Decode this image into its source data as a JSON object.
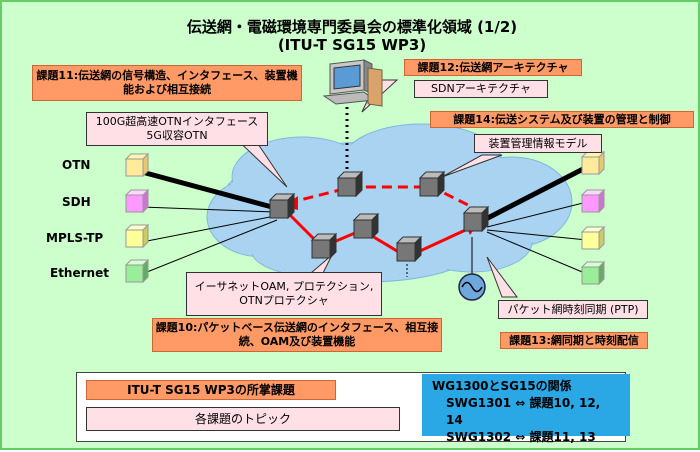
{
  "title": {
    "line1": "伝送網・電磁環境専門委員会の標準化領域 (1/2)",
    "line2": "(ITU-T SG15 WP3)"
  },
  "topics": {
    "t11": "課題11:伝送網の信号構造、インタフェース、装置機能および相互接続",
    "t12": "課題12:伝送網アーキテクチャ",
    "t14": "課題14:伝送システム及び装置の管理と制御",
    "t10": "課題10:パケットベース伝送網のインタフェース、相互接続、OAM及び装置機能",
    "t13": "課題13:網同期と時刻配信"
  },
  "callouts": {
    "otn100g": "100G超高速OTNインタフェース 5G収容OTN",
    "sdn": "SDNアーキテクチャ",
    "mgmt": "装置管理情報モデル",
    "ethoam": "イーサネットOAM, プロテクション, OTNプロテクシャ",
    "ptp": "パケット網時刻同期 (PTP)"
  },
  "clients": [
    "OTN",
    "SDH",
    "MPLS-TP",
    "Ethernet"
  ],
  "legend": {
    "task_label": "ITU-T SG15 WP3の所掌課題",
    "topic_label": "各課題のトピック"
  },
  "relation": {
    "title": "WG1300とSG15の関係",
    "line1": "SWG1301 ⇔ 課題10, 12, 14",
    "line2": "SWG1302 ⇔ 課題11, 13"
  },
  "colors": {
    "background": "#ccffcc",
    "cloud": "#a9d3f0",
    "topic_orange": "#ff9966",
    "callout_pink": "#ffe0e6",
    "path_red": "#ff0000",
    "relation_blue": "#2aa8e6"
  }
}
